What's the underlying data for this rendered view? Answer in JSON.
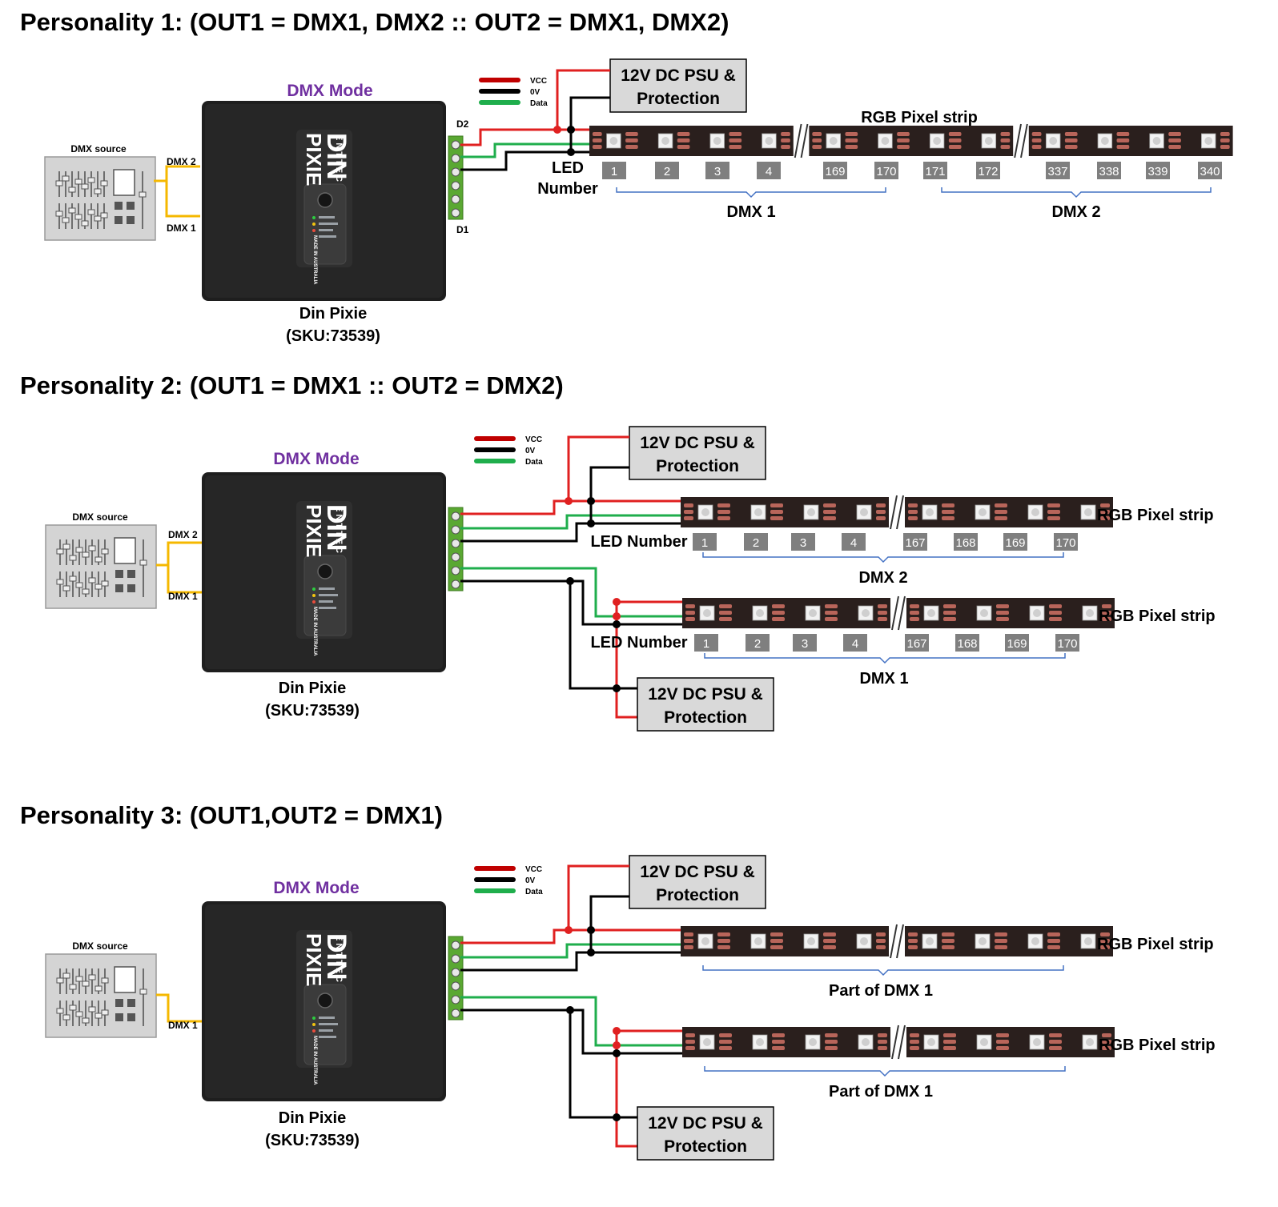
{
  "colors": {
    "vcc": "#e02020",
    "zero_v": "#000000",
    "data": "#1fae4c",
    "dmx_cable": "#f5b800",
    "mode_text": "#7030a0",
    "psu_fill": "#d9d9d9",
    "led_box": "#7f7f7f",
    "bracket": "#4472c4"
  },
  "legend": {
    "vcc": "VCC",
    "zero_v": "0V",
    "data": "Data"
  },
  "device": {
    "name": "Din Pixie",
    "sku": "(SKU:73539)",
    "brand": "ENTTEC",
    "logo_l1": "DIN",
    "logo_l2": "PIXIE",
    "made_in": "MADE IN AUSTRALIA"
  },
  "psu": {
    "line1": "12V DC PSU &",
    "line2": "Protection"
  },
  "source_label": "DMX source",
  "mode_label": "DMX Mode",
  "strip_label": "RGB Pixel strip",
  "led_number_label": "LED Number",
  "led_label_l1": "LED",
  "led_label_l2": "Number",
  "port_labels": {
    "dmx1": "DMX 1",
    "dmx2": "DMX 2",
    "d1": "D1",
    "d2": "D2"
  },
  "personalities": [
    {
      "title": "Personality 1: (OUT1 = DMX1, DMX2 :: OUT2 = DMX1, DMX2)",
      "led_numbers": [
        "1",
        "2",
        "3",
        "4",
        "169",
        "170",
        "171",
        "172",
        "337",
        "338",
        "339",
        "340"
      ],
      "groups": [
        "DMX 1",
        "DMX 2"
      ]
    },
    {
      "title": "Personality 2: (OUT1 = DMX1 :: OUT2 =  DMX2)",
      "strip_top_leds": [
        "1",
        "2",
        "3",
        "4",
        "167",
        "168",
        "169",
        "170"
      ],
      "strip_top_group": "DMX 2",
      "strip_bottom_leds": [
        "1",
        "2",
        "3",
        "4",
        "167",
        "168",
        "169",
        "170"
      ],
      "strip_bottom_group": "DMX 1"
    },
    {
      "title": "Personality 3: (OUT1,OUT2 = DMX1)",
      "strip_top_group": "Part of DMX 1",
      "strip_bottom_group": "Part of DMX 1"
    }
  ]
}
